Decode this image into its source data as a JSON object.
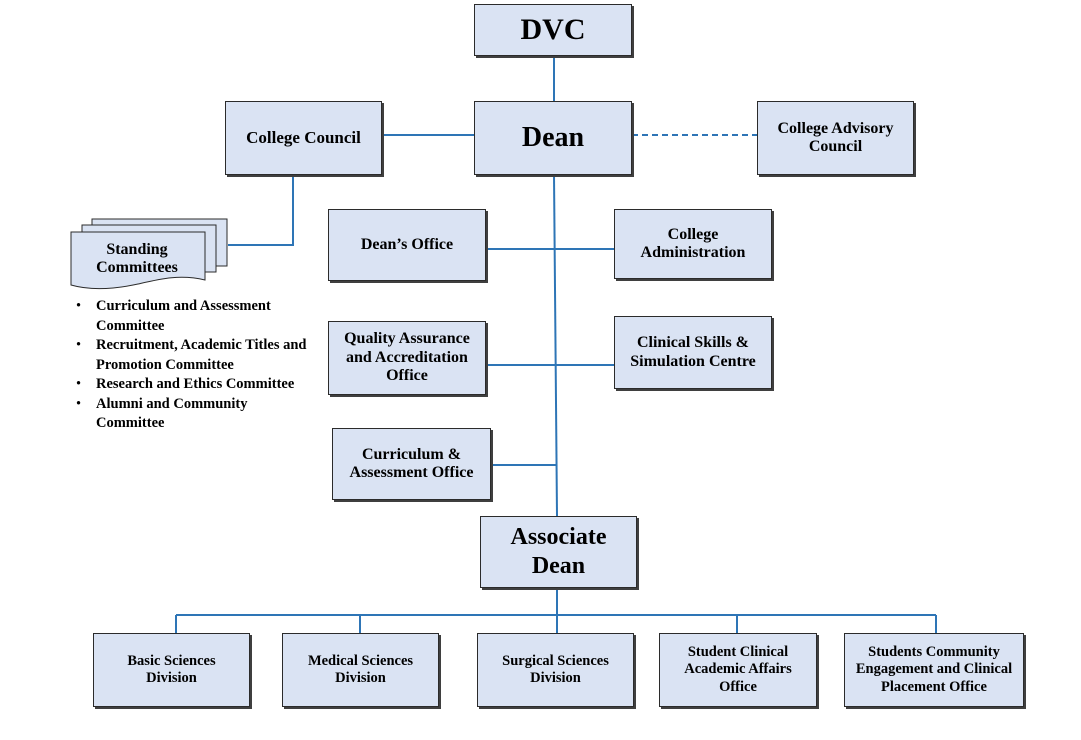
{
  "colors": {
    "box_fill": "#dae3f3",
    "box_border": "#2b2b2b",
    "connector": "#2e75b6"
  },
  "nodes": {
    "dvc": "DVC",
    "dean": "Dean",
    "college_council": "College Council",
    "college_advisory_council": "College Advisory\nCouncil",
    "deans_office": "Dean’s Office",
    "college_administration": "College\nAdministration",
    "quality_assurance": "Quality Assurance\nand Accreditation\nOffice",
    "clinical_skills": "Clinical Skills &\nSimulation Centre",
    "curriculum_office": "Curriculum &\nAssessment Office",
    "associate_dean": "Associate\nDean",
    "standing_committees": "Standing\nCommittees"
  },
  "committees": [
    "Curriculum and Assessment Committee",
    "Recruitment, Academic Titles and Promotion Committee",
    "Research and Ethics Committee",
    "Alumni and Community Committee"
  ],
  "divisions": [
    "Basic Sciences\nDivision",
    "Medical Sciences\nDivision",
    "Surgical Sciences\nDivision",
    "Student Clinical\nAcademic Affairs\nOffice",
    "Students Community\nEngagement and Clinical\nPlacement Office"
  ]
}
